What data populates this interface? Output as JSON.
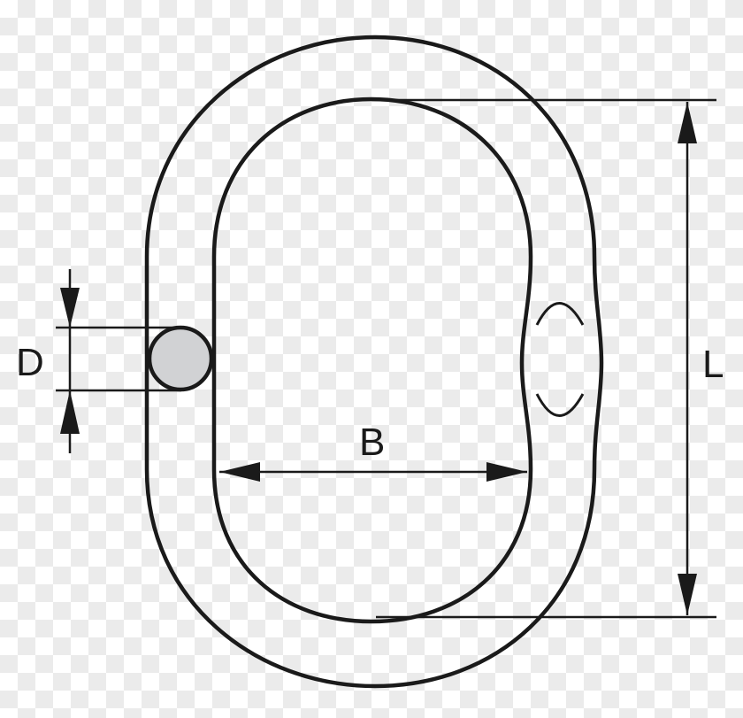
{
  "diagram": {
    "labels": {
      "diameter": "D",
      "width": "B",
      "length": "L"
    },
    "colors": {
      "line": "#1a1a1a",
      "cross_section_fill": "#d1d2d4"
    }
  }
}
